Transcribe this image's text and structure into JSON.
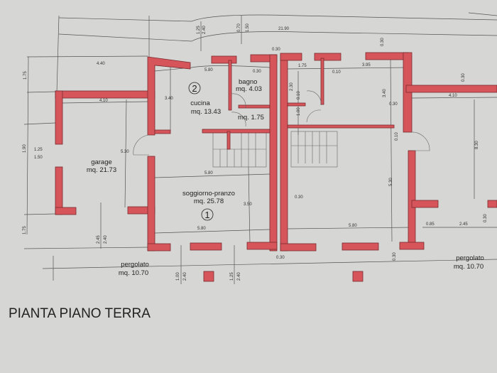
{
  "title": "PIANTA PIANO TERRA",
  "colors": {
    "wall": "#d6555a",
    "paper": "#d6d6d4",
    "line": "#555555"
  },
  "rooms": [
    {
      "name": "cucina",
      "area": "mq. 13.43",
      "number": "2"
    },
    {
      "name": "bagno",
      "area": "mq. 4.03"
    },
    {
      "name": "",
      "area": "mq. 1.75"
    },
    {
      "name": "garage",
      "area": "mq. 21.73"
    },
    {
      "name": "soggiorno-pranzo",
      "area": "mq. 25.78",
      "number": "1"
    },
    {
      "name": "pergolato",
      "area": "mq. 10.70"
    },
    {
      "name": "pergolato",
      "area": "mq. 10.70"
    }
  ],
  "dimensions": {
    "total_width": "21.90",
    "top_a": "1.25",
    "top_b": "2.40",
    "top_c": "0.70",
    "top_d": "1.50",
    "garage_top": "4.40",
    "left_175_top": "1.75",
    "garage_width": "4.10",
    "kitchen_width": "5.80",
    "kitchen_depth": "3.40",
    "bagno_030": "0.30",
    "party_wall": "0.30",
    "left_190": "1.90",
    "window_125": "1.25",
    "window_150": "1.50",
    "garage_depth": "5.30",
    "living_width_top": "5.80",
    "living_depth": "3.50",
    "living_width_bottom": "5.80",
    "left_175_bottom": "1.75",
    "p_245": "2.45",
    "p_240": "2.40",
    "col_100": "1.00",
    "col_240a": "2.40",
    "col_125": "1.25",
    "col_240b": "2.40",
    "r_175": "1.75",
    "r_395": "3.95",
    "r_010a": "0.10",
    "r_230": "2.30",
    "r_010b": "0.10",
    "r_100": "1.00",
    "r_340": "3.40",
    "r_030a": "0.30",
    "r_030b": "0.30",
    "r_030c": "0.30",
    "r_410": "4.10",
    "r_010c": "0.10",
    "r_530": "5.30",
    "r_830": "8.30",
    "r_030d": "0.30",
    "r_580": "5.80",
    "r_085": "0.85",
    "r_245": "2.45",
    "r_030e": "0.30",
    "r_030f": "0.30",
    "r_030g": "0.30"
  }
}
